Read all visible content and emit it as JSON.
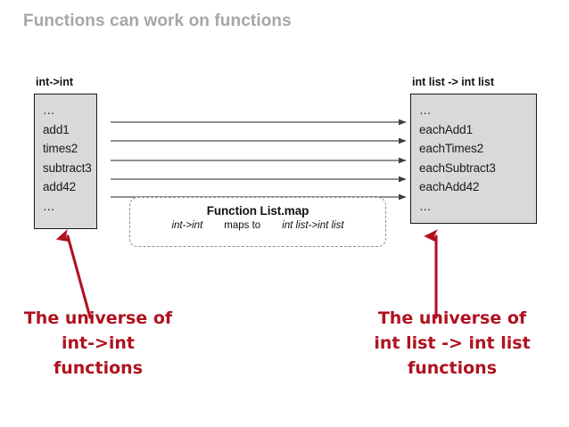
{
  "slide": {
    "title": "Functions can work on functions",
    "title_color": "#a6a6a6",
    "background": "#ffffff"
  },
  "left_universe": {
    "label": "int->int",
    "items": [
      "…",
      "add1",
      "times2",
      "subtract3",
      "add42",
      "…"
    ],
    "fill_color": "#d9d9d9",
    "border_color": "#1a1a1a"
  },
  "right_universe": {
    "label": "int list -> int list",
    "items": [
      "…",
      "eachAdd1",
      "eachTimes2",
      "eachSubtract3",
      "eachAdd42",
      "…"
    ],
    "fill_color": "#d9d9d9",
    "border_color": "#1a1a1a"
  },
  "mapping_arrows": {
    "count": 5,
    "color": "#4d4d4d",
    "direction": "left-to-right",
    "pairs": [
      {
        "from": "add1",
        "to": "eachAdd1"
      },
      {
        "from": "times2",
        "to": "eachTimes2"
      },
      {
        "from": "subtract3",
        "to": "eachSubtract3"
      },
      {
        "from": "add42",
        "to": "eachAdd42"
      },
      {
        "from": "…",
        "to": "…"
      }
    ]
  },
  "map_caption": {
    "title": "Function List.map",
    "source_type": "int->int",
    "verb": "maps to",
    "target_type": "int list->int list",
    "border_style": "dashed",
    "border_color": "#8c8c8c"
  },
  "annotations": {
    "color": "#b0121f",
    "left": {
      "line1": "The universe of",
      "line2": "int->int",
      "line3": "functions",
      "arrow": "up-right-arrow"
    },
    "right": {
      "line1": "The universe of",
      "line2": "int list -> int list",
      "line3": "functions",
      "arrow": "up-arrow"
    }
  }
}
